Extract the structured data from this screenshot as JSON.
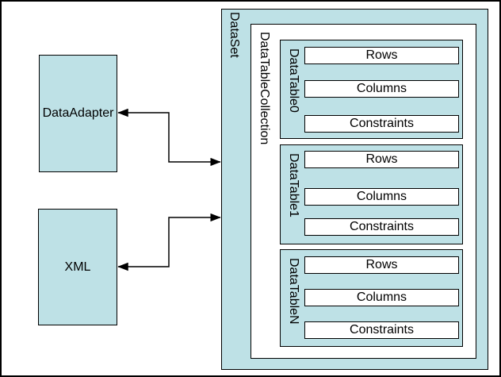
{
  "colors": {
    "box_fill": "#bee1e6",
    "box_border": "#000000",
    "page_background": "#ffffff",
    "line_color": "#000000",
    "text_color": "#000000"
  },
  "diagram": {
    "left_nodes": [
      {
        "label": "DataAdapter"
      },
      {
        "label": "XML"
      }
    ],
    "dataset": {
      "label": "DataSet",
      "collection": {
        "label": "DataTableCollection",
        "tables": [
          {
            "label": "DataTable0",
            "items": [
              "Rows",
              "Columns",
              "Constraints"
            ]
          },
          {
            "label": "DataTable1",
            "items": [
              "Rows",
              "Columns",
              "Constraints"
            ]
          },
          {
            "label": "DataTableN",
            "items": [
              "Rows",
              "Columns",
              "Constraints"
            ]
          }
        ]
      }
    },
    "connectors": [
      {
        "name": "dataadapter-dataset",
        "style": "double-headed-elbow"
      },
      {
        "name": "xml-dataset",
        "style": "double-headed-elbow"
      }
    ]
  }
}
